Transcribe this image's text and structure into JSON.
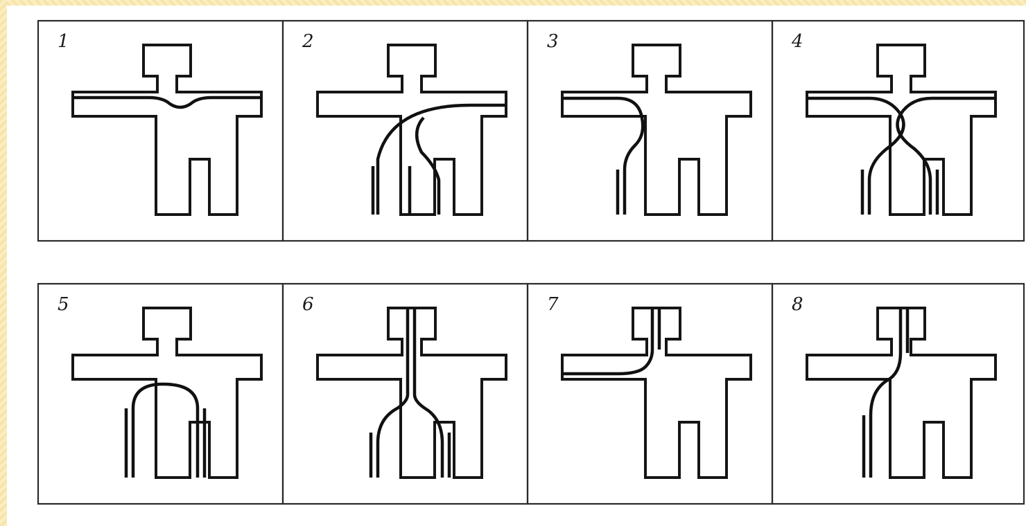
{
  "panels": [
    {
      "number": "1"
    },
    {
      "number": "2"
    },
    {
      "number": "3"
    },
    {
      "number": "4"
    },
    {
      "number": "5"
    },
    {
      "number": "6"
    },
    {
      "number": "7"
    },
    {
      "number": "8"
    }
  ]
}
